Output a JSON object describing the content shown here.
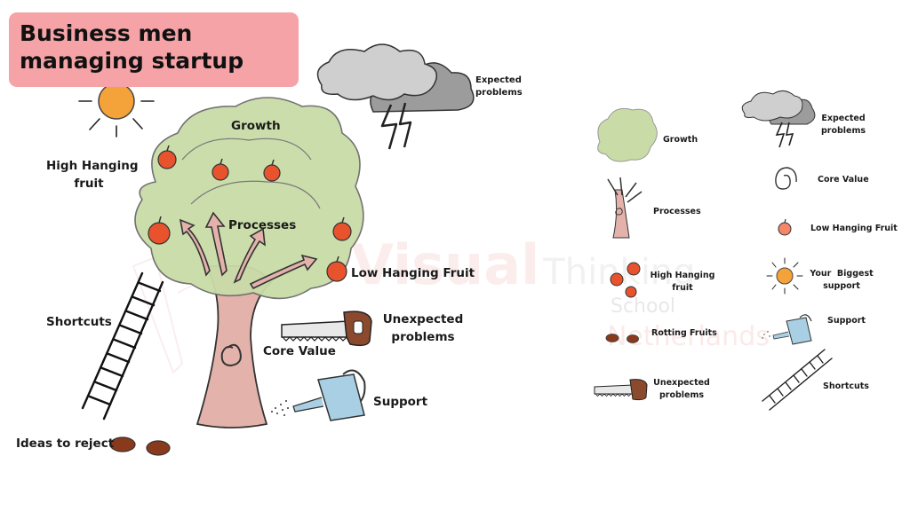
{
  "title": "Business men managing startup",
  "watermark": {
    "line1a": "Visual",
    "line1b": "Thinking",
    "line2": "School",
    "line3": "Netherlands"
  },
  "diagram_labels": {
    "growth": "Growth",
    "processes": "Processes",
    "high_hanging_line1": "High Hanging",
    "high_hanging_line2": "fruit",
    "low_hanging": "Low Hanging Fruit",
    "shortcuts": "Shortcuts",
    "unexpected_line1": "Unexpected",
    "unexpected_line2": "problems",
    "core_value": "Core Value",
    "support": "Support",
    "ideas_to_reject": "Ideas to reject",
    "expected_line1": "Expected",
    "expected_line2": "problems"
  },
  "legend": {
    "growth": "Growth",
    "expected_line1": "Expected",
    "expected_line2": "problems",
    "processes": "Processes",
    "core_value": "Core Value",
    "low_hanging": "Low Hanging Fruit",
    "high_hanging_line1": "High Hanging",
    "high_hanging_line2": "fruit",
    "biggest_support_line1": "Your  Biggest",
    "biggest_support_line2": "support",
    "rotting": "Rotting Fruits",
    "support": "Support",
    "unexpected_line1": "Unexpected",
    "unexpected_line2": "problems",
    "shortcuts": "Shortcuts"
  },
  "colors": {
    "title_bg": "#f5a3a6",
    "foliage": "#c9dca7",
    "trunk": "#e3b2ab",
    "fruit": "#e8532e",
    "sun": "#f4a23a",
    "cloud": "#bdbdbd",
    "water_can": "#a8cfe3",
    "rotting_fruit": "#8a3a1c"
  }
}
